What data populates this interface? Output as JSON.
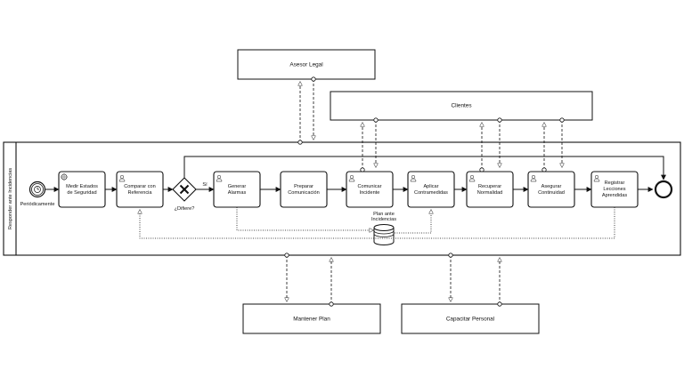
{
  "pool": {
    "lane_label": "Responder ante Incidencias"
  },
  "external": {
    "asesor": "Asesor Legal",
    "clientes": "Clientes",
    "mantener": "Mantener Plan",
    "capacitar": "Capacitar Personal"
  },
  "events": {
    "start_label": "Periódicamente"
  },
  "gateway": {
    "question": "¿Difiere?",
    "yes": "Sí"
  },
  "data_store": {
    "label_line1": "Plan ante",
    "label_line2": "Incidencias"
  },
  "tasks": [
    {
      "line1": "Medir Estados",
      "line2": "de Seguridad",
      "line3": ""
    },
    {
      "line1": "Comparar con",
      "line2": "Referencia",
      "line3": ""
    },
    {
      "line1": "Generar",
      "line2": "Alarmas",
      "line3": ""
    },
    {
      "line1": "Preparar",
      "line2": "Comunicación",
      "line3": ""
    },
    {
      "line1": "Comunicar",
      "line2": "Incidente",
      "line3": ""
    },
    {
      "line1": "Aplicar",
      "line2": "Contramedidas",
      "line3": ""
    },
    {
      "line1": "Recuperar",
      "line2": "Normalidad",
      "line3": ""
    },
    {
      "line1": "Asegurar",
      "line2": "Continuidad",
      "line3": ""
    },
    {
      "line1": "Registrar",
      "line2": "Lecciones",
      "line3": "Aprendidas"
    }
  ]
}
